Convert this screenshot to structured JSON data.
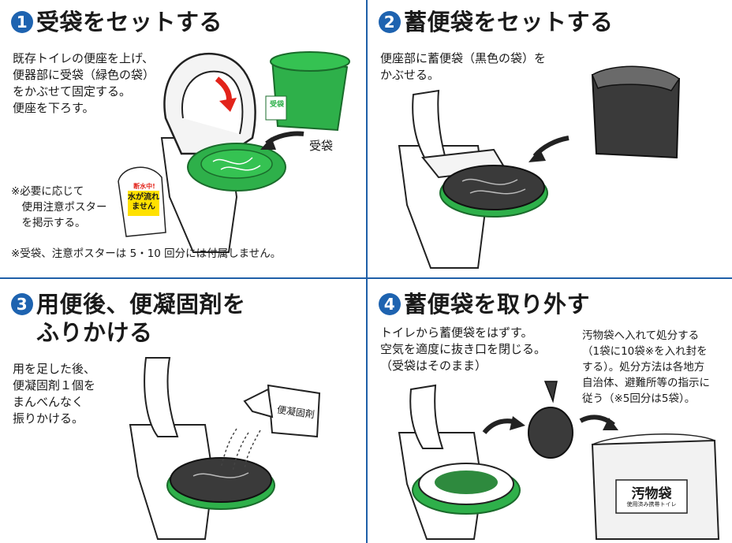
{
  "steps": [
    {
      "number": "1",
      "title": "受袋をセットする",
      "body": "既存トイレの便座を上げ、\n便器部に受袋（緑色の袋）\nをかぶせて固定する。\n便座を下ろす。",
      "bag_label": "受袋",
      "bag_callout": "受袋",
      "note_poster": "※必要に応じて\n　使用注意ポスター\n　を掲示する。",
      "poster_red": "断水中!",
      "poster_main": "水が流れ\nません",
      "footnote": "※受袋、注意ポスターは 5・10 回分には付属しません。"
    },
    {
      "number": "2",
      "title": "蓄便袋をセットする",
      "body": "便座部に蓄便袋（黒色の袋）を\nかぶせる。"
    },
    {
      "number": "3",
      "title_line1": "用便後、便凝固剤を",
      "title_line2": "ふりかける",
      "body": "用を足した後、\n便凝固剤１個を\nまんべんなく\n振りかける。",
      "packet_label": "便凝固剤"
    },
    {
      "number": "4",
      "title": "蓄便袋を取り外す",
      "body": "トイレから蓄便袋をはずす。\n空気を適度に抜き口を閉じる。\n（受袋はそのまま）",
      "side_text": "汚物袋へ入れて処分する\n（1袋に10袋※を入れ封を\nする）。処分方法は各地方\n自治体、避難所等の指示に\n従う（※5回分は5袋）。",
      "disposal_bag_label": "汚物袋",
      "disposal_bag_sub": "使用済み携帯トイレ"
    }
  ],
  "colors": {
    "accent_blue": "#1e63b0",
    "green": "#2eb04a",
    "black_bag": "#3a3a3a",
    "arrow_red": "#e2231a",
    "poster_yellow": "#ffe100"
  }
}
